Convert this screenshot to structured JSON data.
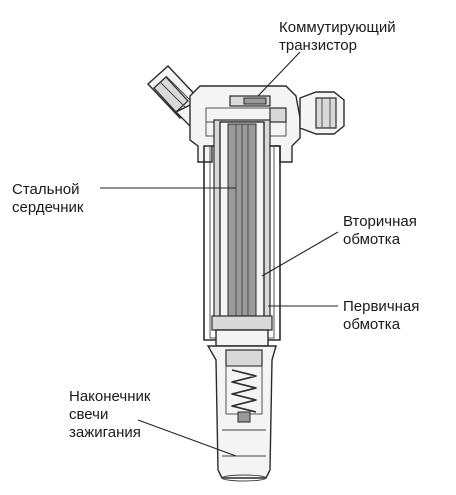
{
  "labels": {
    "transistor": "Коммутирующий\nтранзистор",
    "core": "Стальной\nсердечник",
    "secondary": "Вторичная\nобмотка",
    "primary": "Первичная\nобмотка",
    "tip": "Наконечник\nсвечи\nзажигания"
  }
}
